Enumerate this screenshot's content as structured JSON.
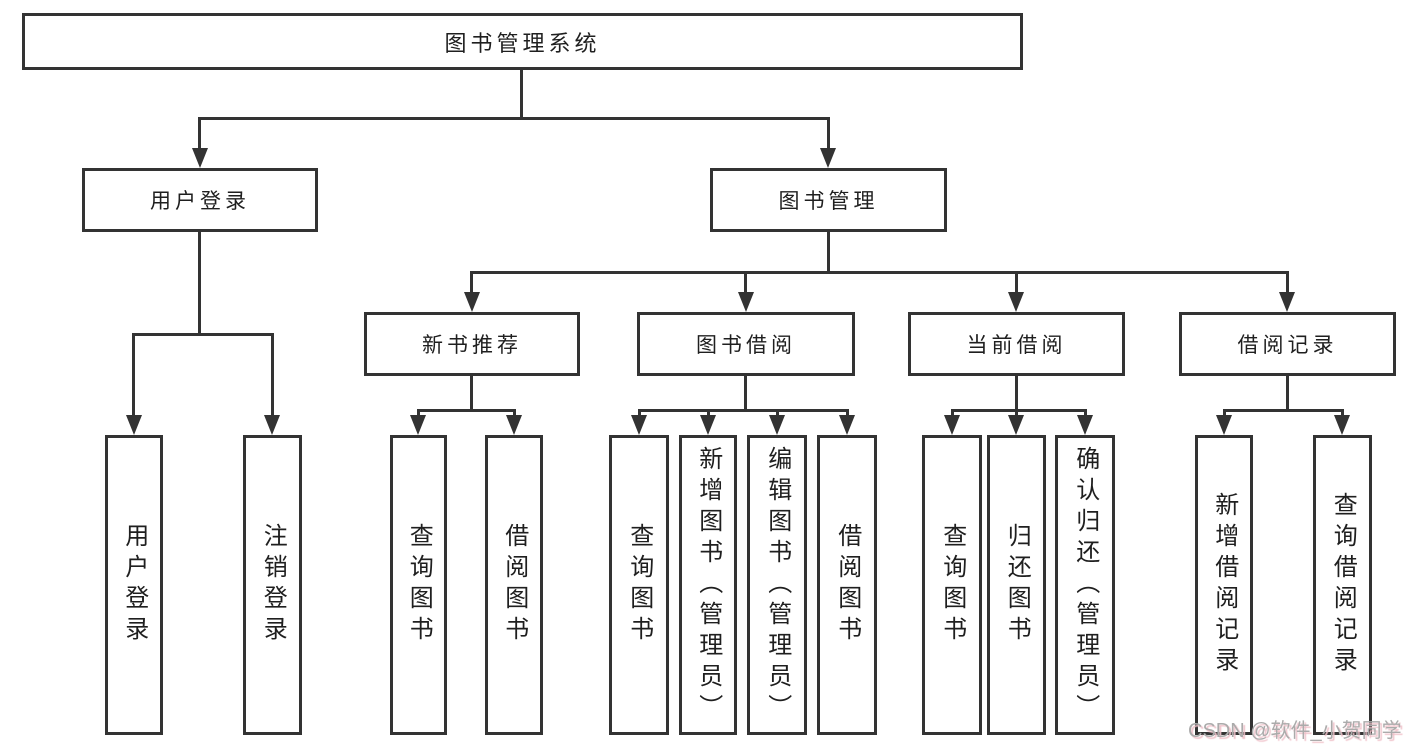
{
  "colors": {
    "line": "#333333",
    "box_border": "#333333",
    "text": "#1f1f1f",
    "background": "#ffffff",
    "watermark_text": "#ababab",
    "watermark_shadow": "#f0c3cb"
  },
  "diagram": {
    "type": "hierarchy-tree",
    "root": {
      "label": "图书管理系统",
      "children": [
        {
          "label": "用户登录",
          "children": [
            {
              "label": "用户登录"
            },
            {
              "label": "注销登录"
            }
          ]
        },
        {
          "label": "图书管理",
          "children": [
            {
              "label": "新书推荐",
              "children": [
                {
                  "label": "查询图书"
                },
                {
                  "label": "借阅图书"
                }
              ]
            },
            {
              "label": "图书借阅",
              "children": [
                {
                  "label": "查询图书"
                },
                {
                  "label": "新增图书（管理员）"
                },
                {
                  "label": "编辑图书（管理员）"
                },
                {
                  "label": "借阅图书"
                }
              ]
            },
            {
              "label": "当前借阅",
              "children": [
                {
                  "label": "查询图书"
                },
                {
                  "label": "归还图书"
                },
                {
                  "label": "确认归还（管理员）"
                }
              ]
            },
            {
              "label": "借阅记录",
              "children": [
                {
                  "label": "新增借阅记录"
                },
                {
                  "label": "查询借阅记录"
                }
              ]
            }
          ]
        }
      ]
    }
  },
  "watermark": {
    "text": "CSDN @软件_小贺同学"
  }
}
